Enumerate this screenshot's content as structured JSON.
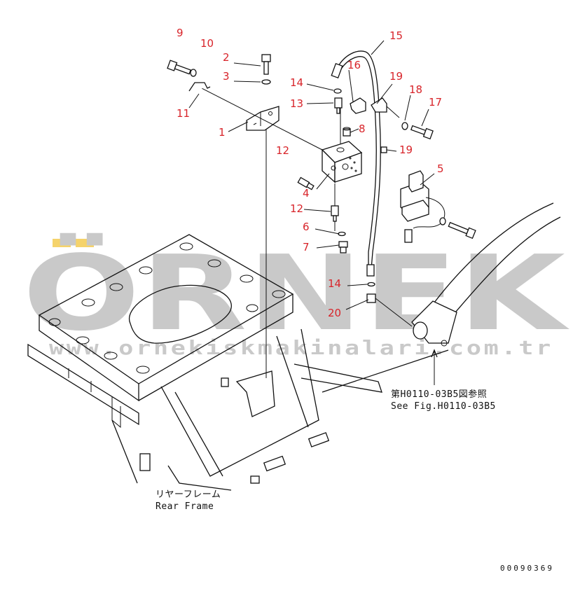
{
  "callouts": {
    "c1": "1",
    "c2": "2",
    "c3": "3",
    "c4": "4",
    "c5": "5",
    "c6": "6",
    "c7": "7",
    "c8": "8",
    "c9": "9",
    "c10": "10",
    "c11": "11",
    "c12a": "12",
    "c12b": "12",
    "c13": "13",
    "c14a": "14",
    "c14b": "14",
    "c15": "15",
    "c16": "16",
    "c17": "17",
    "c18": "18",
    "c19a": "19",
    "c19b": "19",
    "c20": "20"
  },
  "notes": {
    "see_fig_jp": "第H0110-03B5図参照",
    "see_fig_en": "See Fig.H0110-03B5",
    "rear_frame_jp": "リヤーフレーム",
    "rear_frame_en": "Rear Frame"
  },
  "doc_number": "00090369",
  "watermark": {
    "brand": "ÖRNEK",
    "url": "www.ornekiskmakinalari.com.tr"
  },
  "colors": {
    "callout": "#d8242a",
    "watermark": "#c9c9c9",
    "accent": "#f5d36b"
  }
}
